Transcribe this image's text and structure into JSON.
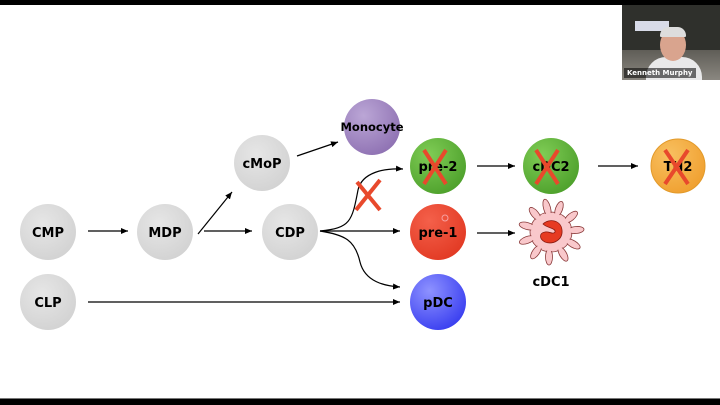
{
  "meeting": {
    "participant_name": "Kenneth Murphy"
  },
  "diagram": {
    "nodes": {
      "cmp": {
        "label": "CMP",
        "color": "#d9d9d9"
      },
      "clp": {
        "label": "CLP",
        "color": "#d9d9d9"
      },
      "mdp": {
        "label": "MDP",
        "color": "#d9d9d9"
      },
      "cmop": {
        "label": "cMoP",
        "color": "#d9d9d9"
      },
      "cdp": {
        "label": "CDP",
        "color": "#d9d9d9"
      },
      "monocyte": {
        "label": "Monocyte",
        "color": "#a58bc4"
      },
      "pre2": {
        "label": "pre-2",
        "color": "#5fb83a",
        "crossed": true
      },
      "pre1": {
        "label": "pre-1",
        "color": "#ee4a32"
      },
      "pdc": {
        "label": "pDC",
        "color": "#5a5ff0"
      },
      "cdc2": {
        "label": "cDC2",
        "color": "#5fb83a",
        "crossed": true
      },
      "th2": {
        "label": "TH2",
        "color": "#f5ae3c",
        "crossed": true
      },
      "cdc1": {
        "label": "cDC1"
      }
    },
    "blocked_path_mark": "X",
    "cross_color": "#e8492c"
  }
}
